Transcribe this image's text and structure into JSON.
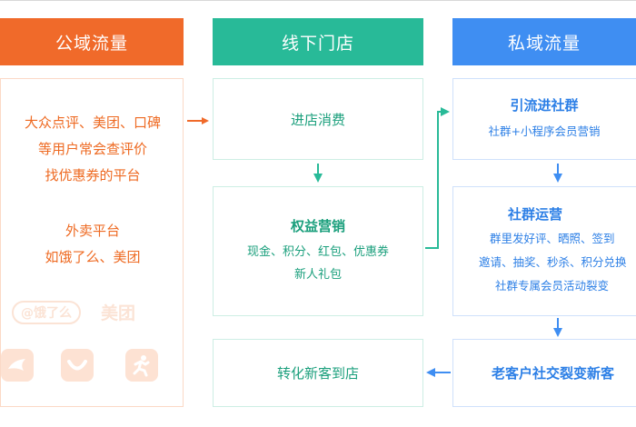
{
  "columns": {
    "public": {
      "title": "公域流量",
      "color": "#f06a2a",
      "lines1": [
        "大众点评、美团、口碑",
        "等用户常会查评价",
        "找优惠券的平台"
      ],
      "lines2": [
        "外卖平台",
        "如饿了么、美团"
      ],
      "logos": {
        "eleme": "@饿了么",
        "meituan": "美团"
      },
      "icons": [
        "bird-app-icon",
        "smile-app-icon",
        "runner-app-icon"
      ]
    },
    "offline": {
      "title": "线下门店",
      "color": "#28ba98",
      "box1": {
        "title": "进店消费"
      },
      "box2": {
        "title": "权益营销",
        "lines": [
          "现金、积分、红包、优惠券",
          "新人礼包"
        ]
      },
      "box3": {
        "title": "转化新客到店"
      }
    },
    "private": {
      "title": "私域流量",
      "color": "#3f8ef2",
      "box1": {
        "title": "引流进社群",
        "lines": [
          "社群+小程序会员营销"
        ]
      },
      "box2": {
        "title": "社群运营",
        "lines": [
          "群里发好评、晒照、签到",
          "邀请、抽奖、秒杀、积分兑换",
          "社群专属会员活动裂变"
        ]
      },
      "box3": {
        "title": "老客户社交裂变新客"
      }
    }
  }
}
